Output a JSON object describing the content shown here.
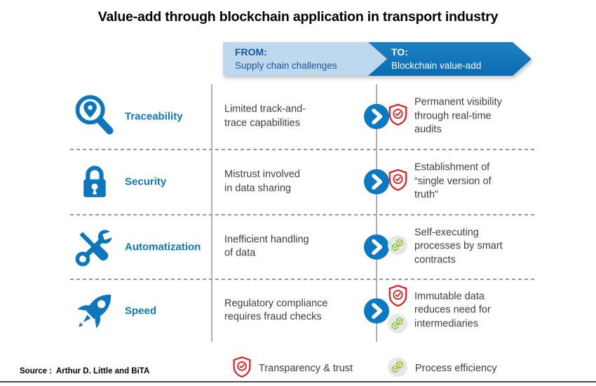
{
  "title": "Value-add through blockchain application in transport industry",
  "banner": {
    "from": {
      "heading": "FROM:",
      "subheading": "Supply chain challenges"
    },
    "to": {
      "heading": "TO:",
      "subheading": "Blockchain value-add"
    }
  },
  "rows": [
    {
      "label": "Traceability",
      "icon": "magnifier-pin-icon",
      "from": "Limited track-and-\ntrace capabilities",
      "to": "Permanent visibility\nthrough real-time\naudits",
      "to_icons": [
        "shield-check-icon"
      ]
    },
    {
      "label": "Security",
      "icon": "lock-icon",
      "from": "Mistrust involved\nin data sharing",
      "to": "Establishment of\n“single version of\ntruth”",
      "to_icons": [
        "shield-check-icon"
      ]
    },
    {
      "label": "Automatization",
      "icon": "wrench-screwdriver-icon",
      "from": "Inefficient handling\nof data",
      "to": "Self-executing\nprocesses by smart\ncontracts",
      "to_icons": [
        "cubes-icon"
      ]
    },
    {
      "label": "Speed",
      "icon": "rocket-icon",
      "from": "Regulatory compliance\nrequires fraud checks",
      "to": "Immutable data\nreduces need for\nintermediaries",
      "to_icons": [
        "shield-check-icon",
        "cubes-icon"
      ]
    }
  ],
  "legend": [
    {
      "icon": "shield-check-icon",
      "label": "Transparency & trust"
    },
    {
      "icon": "cubes-icon",
      "label": "Process efficiency"
    }
  ],
  "source": "Source :  Arthur D. Little and BiTA",
  "colors": {
    "accent_blue": "#0e76bc",
    "light_arrow_blue": "#bed9ee",
    "dark_arrow_blue": "#0d6fb5",
    "shield_red": "#e4151b",
    "cube_green": "#8dc63f",
    "body_text": "#3e3e3e"
  }
}
